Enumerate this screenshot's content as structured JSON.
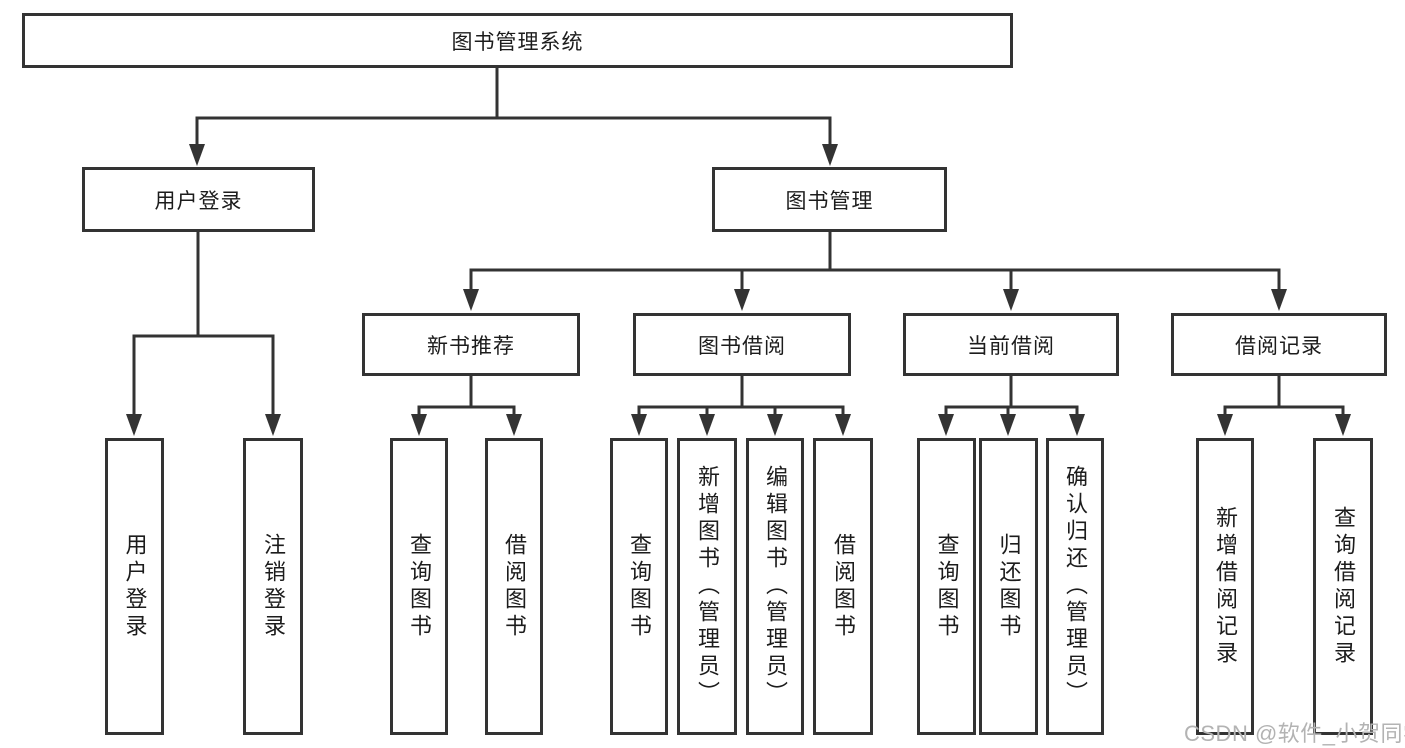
{
  "diagram": {
    "title": "图书管理系统",
    "root": {
      "label": "图书管理系统",
      "children": [
        {
          "label": "用户登录",
          "children": [
            {
              "label": "用户登录"
            },
            {
              "label": "注销登录"
            }
          ]
        },
        {
          "label": "图书管理",
          "children": [
            {
              "label": "新书推荐",
              "children": [
                {
                  "label": "查询图书"
                },
                {
                  "label": "借阅图书"
                }
              ]
            },
            {
              "label": "图书借阅",
              "children": [
                {
                  "label": "查询图书"
                },
                {
                  "label": "新增图书（管理员）"
                },
                {
                  "label": "编辑图书（管理员）"
                },
                {
                  "label": "借阅图书"
                }
              ]
            },
            {
              "label": "当前借阅",
              "children": [
                {
                  "label": "查询图书"
                },
                {
                  "label": "归还图书"
                },
                {
                  "label": "确认归还（管理员）"
                }
              ]
            },
            {
              "label": "借阅记录",
              "children": [
                {
                  "label": "新增借阅记录"
                },
                {
                  "label": "查询借阅记录"
                }
              ]
            }
          ]
        }
      ]
    }
  },
  "watermark": {
    "text": "CSDN @软件_小贺同学"
  },
  "colors": {
    "line": "#333333",
    "box_border": "#333333",
    "text": "#1c1c1c",
    "watermark": "#b3b3b3",
    "background": "#ffffff"
  }
}
